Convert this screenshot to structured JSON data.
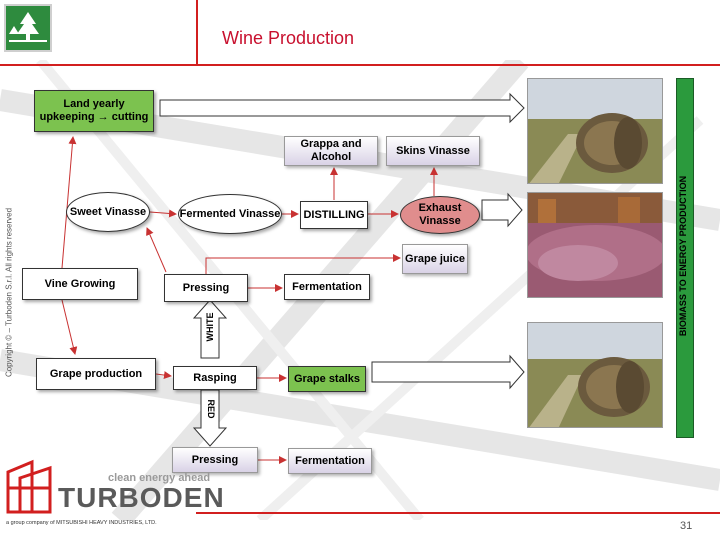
{
  "header": {
    "title": "Wine Production",
    "copyright": "Copyright © – Turboden S.r.l. All rights reserved"
  },
  "diagram": {
    "nodes": {
      "land": "Land yearly upkeeping → cutting",
      "vine_growing": "Vine Growing",
      "grape_production": "Grape production",
      "sweet_vinasse": "Sweet Vinasse",
      "fermented_vinasse": "Fermented Vinasse",
      "distilling": "DISTILLING",
      "grappa": "Grappa and Alcohol",
      "skins": "Skins Vinasse",
      "exhaust": "Exhaust Vinasse",
      "grape_juice": "Grape juice",
      "pressing_white": "Pressing",
      "fermentation_white": "Fermentation",
      "rasping": "Rasping",
      "grape_stalks": "Grape stalks",
      "pressing_red": "Pressing",
      "fermentation_red": "Fermentation"
    },
    "labels": {
      "white": "WHITE",
      "red": "RED"
    },
    "sidebar": "BIOMASS TO ENERGY PRODUCTION"
  },
  "footer": {
    "tagline": "clean energy ahead",
    "brand": "TURBODEN",
    "group_text": "a group company of MITSUBISHI HEAVY INDUSTRIES, LTD.",
    "page_number": "31"
  },
  "colors": {
    "accent_red": "#d21f1f",
    "title_red": "#c8102e",
    "green_box": "#7cc24f",
    "sidebar_green": "#2b9a3d",
    "exhaust_pink": "#e08d8d"
  }
}
